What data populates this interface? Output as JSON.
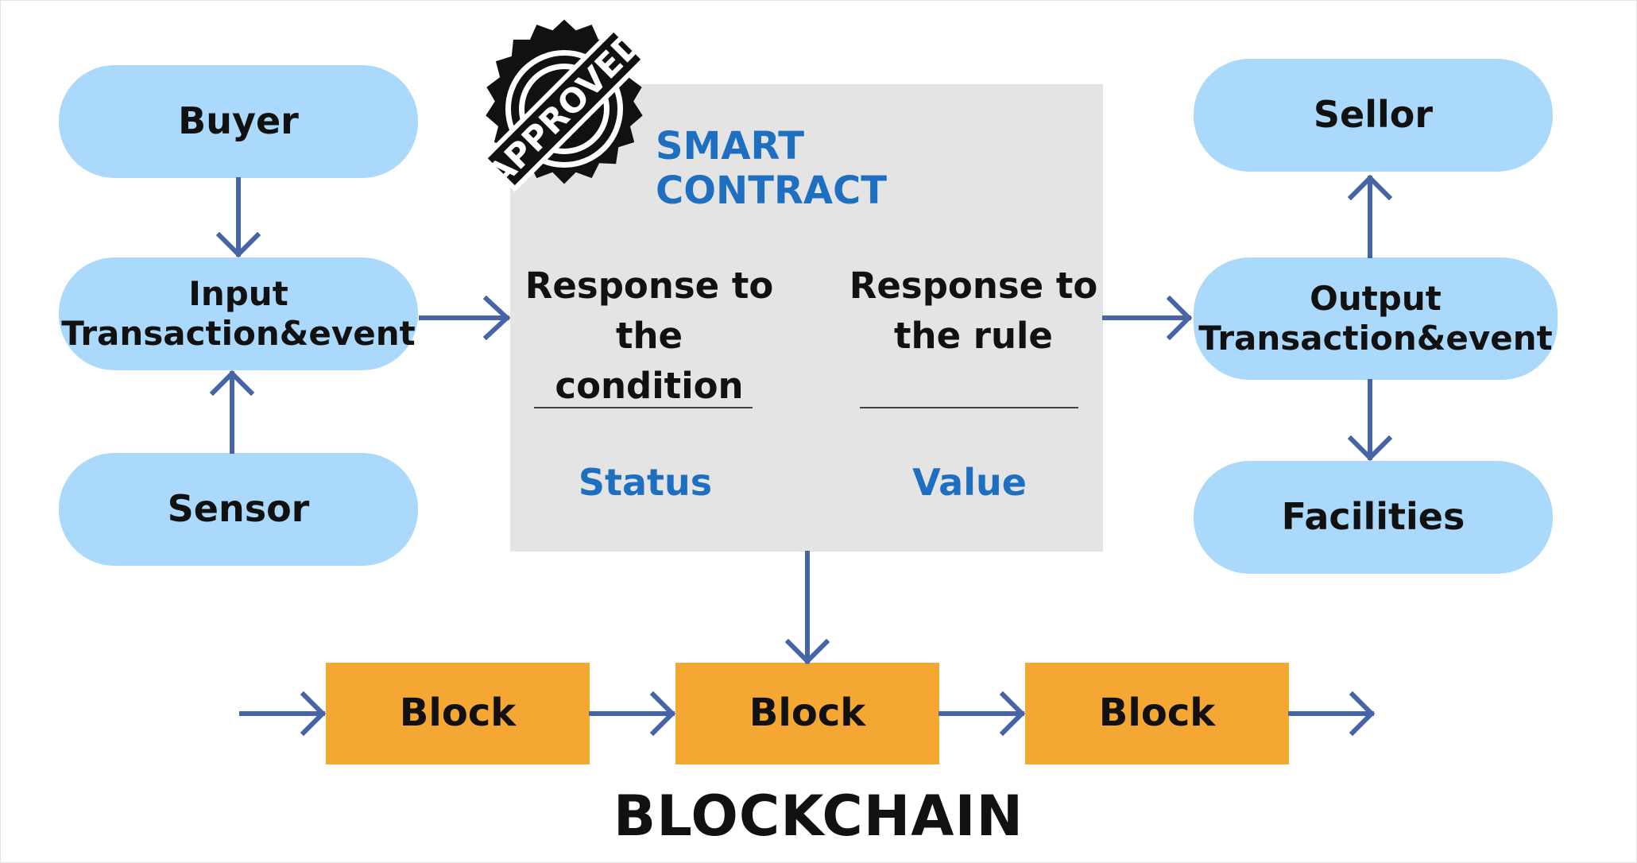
{
  "nodes": {
    "buyer": "Buyer",
    "input_line1": "Input",
    "input_line2": "Transaction&event",
    "sensor": "Sensor",
    "seller": "Sellor",
    "output_line1": "Output",
    "output_line2": "Transaction&event",
    "facilities": "Facilities"
  },
  "contract": {
    "title": "SMART CONTRACT",
    "condition_line1": "Response to",
    "condition_line2": "the condition",
    "rule_line1": "Response to",
    "rule_line2": "the rule",
    "status": "Status",
    "value": "Value",
    "stamp_text": "APPROVED"
  },
  "blocks": [
    "Block",
    "Block",
    "Block"
  ],
  "blockchain_title": "BLOCKCHAIN",
  "colors": {
    "pill": "#aad9fb",
    "block": "#f4a733",
    "contract_bg": "#e4e4e4",
    "arrow": "#4565a8",
    "accent_text": "#1f6fc1"
  }
}
